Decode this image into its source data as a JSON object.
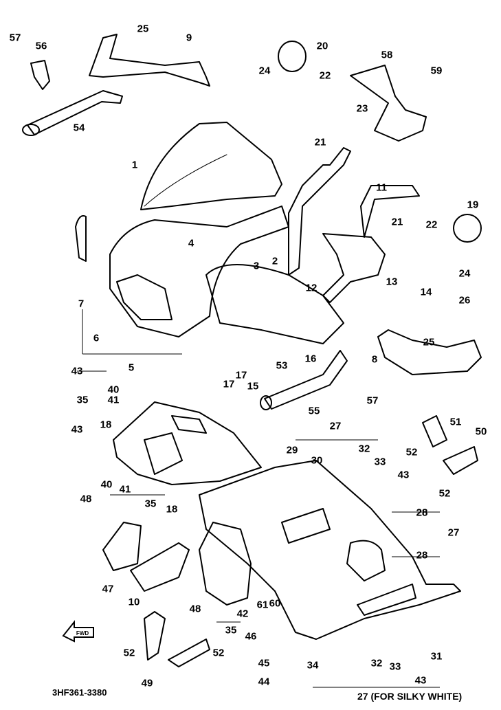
{
  "diagram_code": "3HF361-3380",
  "footer_note": "27 (FOR SILKY WHITE)",
  "fwd_label": "FWD",
  "labels": [
    "57",
    "56",
    "25",
    "9",
    "54",
    "20",
    "24",
    "22",
    "58",
    "59",
    "23",
    "21",
    "1",
    "4",
    "3",
    "2",
    "11",
    "19",
    "21",
    "22",
    "24",
    "7",
    "6",
    "12",
    "13",
    "14",
    "26",
    "25",
    "17",
    "16",
    "17",
    "15",
    "8",
    "5",
    "43",
    "40",
    "35",
    "41",
    "53",
    "57",
    "55",
    "18",
    "27",
    "51",
    "43",
    "29",
    "30",
    "32",
    "33",
    "50",
    "52",
    "43",
    "52",
    "40",
    "41",
    "35",
    "48",
    "18",
    "28",
    "27",
    "28",
    "47",
    "10",
    "48",
    "42",
    "61",
    "60",
    "46",
    "35",
    "31",
    "52",
    "52",
    "49",
    "45",
    "34",
    "44",
    "32",
    "33",
    "43",
    "28"
  ]
}
